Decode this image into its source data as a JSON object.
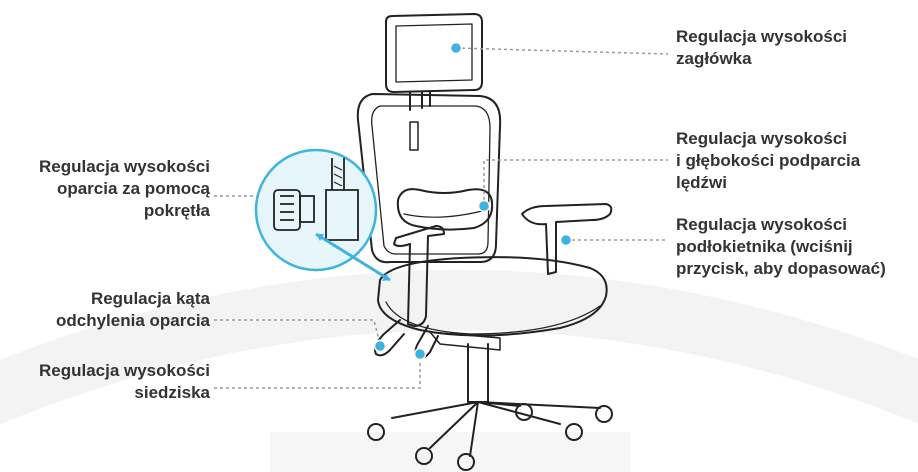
{
  "labels": {
    "headrest_height": "Regulacja wysokości\nzagłówka",
    "lumbar_height_depth": "Regulacja wysokości\ni głębokości podparcia\nlędźwi",
    "armrest_height": "Regulacja wysokości\npodłokietnika (wciśnij\nprzycisk, aby dopasować)",
    "backrest_height_knob": "Regulacja wysokości\noparcia za pomocą\npokrętła",
    "backrest_tilt_angle": "Regulacja kąta\nodchylenia oparcia",
    "seat_height": "Regulacja wysokości\nsiedziska"
  },
  "colors": {
    "accent": "#3fb3e0",
    "line": "#222222",
    "leader": "#9a9a9a",
    "text": "#333333",
    "watermark": "#f3f3f3",
    "magnifier_fill": "#e7f6fb"
  }
}
